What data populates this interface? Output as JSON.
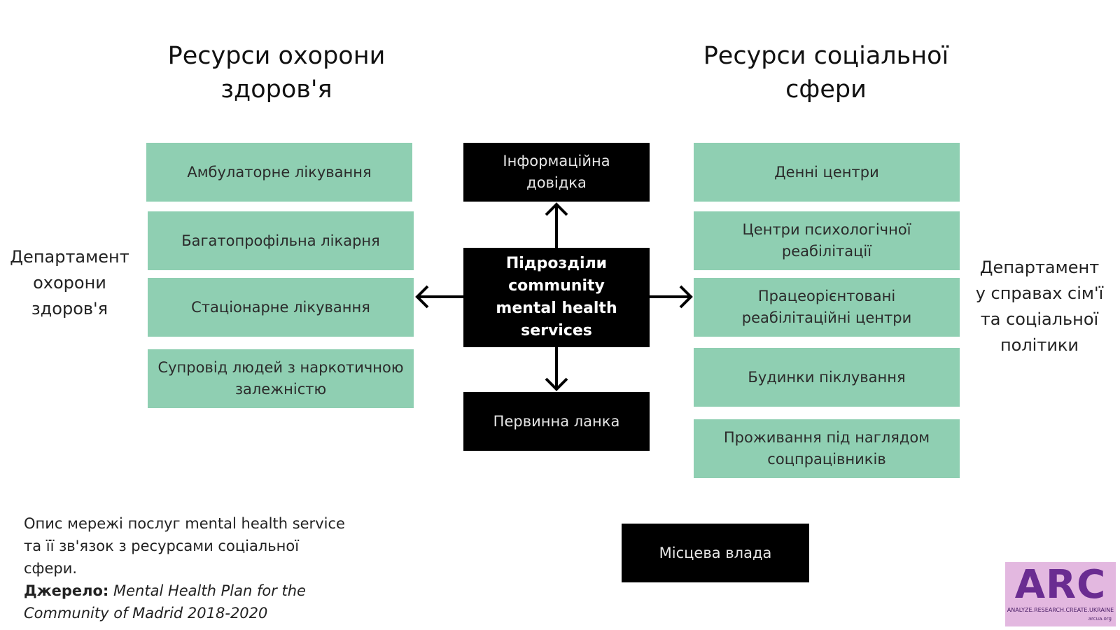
{
  "headings": {
    "health": "Ресурси охорони\nздоров'я",
    "social": "Ресурси соціальної\nсфери"
  },
  "departments": {
    "health": "Департамент\nохорони\nздоров'я",
    "social": "Департамент\nу справах сім'ї\nта соціальної\nполітики"
  },
  "health_resources": [
    "Амбулаторне лікування",
    "Багатопрофільна лікарня",
    "Стаціонарне лікування",
    "Супровід людей з наркотичною\nзалежністю"
  ],
  "social_resources": [
    "Денні центри",
    "Центри психологічної\nреабілітації",
    "Працеорієнтовані\nреабілітаційні центри",
    "Будинки піклування",
    "Проживання під наглядом\nсоцпрацівників"
  ],
  "center": {
    "top": "Інформаційна довідка",
    "main": "Підрозділи\ncommunity\nmental health\nservices",
    "bottom": "Первинна ланка"
  },
  "local_authority": "Місцева влада",
  "caption": {
    "description": "Опис мережі послуг mental health service та її зв'язок з ресурсами соціальної сфери.",
    "source_label": "Джерело:",
    "source_title": "Mental Health Plan for the Community of Madrid 2018-2020"
  },
  "logo": {
    "word": "ARC",
    "tagline": "ANALYZE.RESEARCH.CREATE.UKRAINE",
    "url": "arcua.org"
  },
  "colors": {
    "green_box": "#8fcfb2",
    "black_box": "#000000",
    "logo_bg": "#e3b8e0",
    "logo_text": "#6a2c91"
  }
}
